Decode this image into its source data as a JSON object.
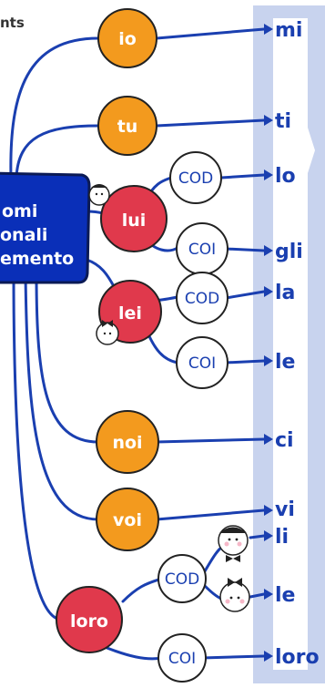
{
  "root": {
    "top_fragment": "nts",
    "lines": [
      "omi",
      "onali",
      "emento"
    ]
  },
  "pronouns": {
    "io": "io",
    "tu": "tu",
    "lui": "lui",
    "lei": "lei",
    "noi": "noi",
    "voi": "voi",
    "loro": "loro"
  },
  "labels": {
    "cod": "COD",
    "coi": "COI"
  },
  "targets": {
    "mi": "mi",
    "ti": "ti",
    "lui_cod": "lo",
    "lui_coi": "gli",
    "lei_cod": "la",
    "lei_coi": "le",
    "ci": "ci",
    "vi": "vi",
    "loro_cod_m": "li",
    "loro_cod_f": "le",
    "loro_coi": "loro"
  },
  "colors": {
    "line": "#1a3fb0",
    "orange": "#f39a1e",
    "red": "#e0394c",
    "root_box": "#0a2fb8",
    "panel": "#c8d3ee"
  }
}
